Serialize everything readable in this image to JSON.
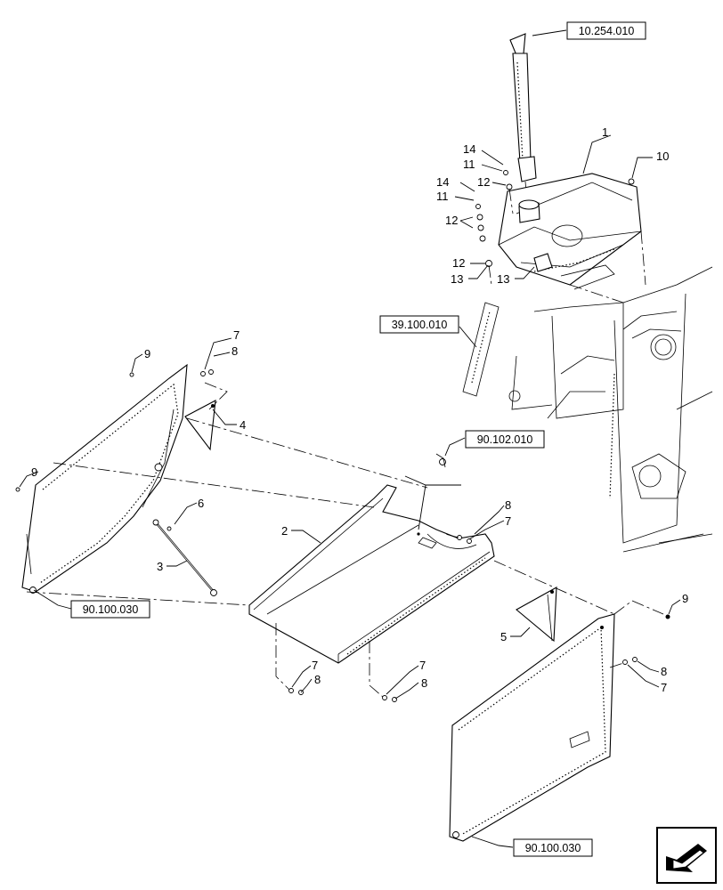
{
  "references": {
    "exhaust": "10.254.010",
    "frame": "39.100.010",
    "fitting": "90.102.010",
    "left_door": "90.100.030",
    "right_door": "90.100.030"
  },
  "callouts": {
    "c1": "1",
    "c2": "2",
    "c3": "3",
    "c4": "4",
    "c5": "5",
    "c6": "6",
    "c7a": "7",
    "c7b": "7",
    "c7c": "7",
    "c7d": "7",
    "c7e": "7",
    "c8a": "8",
    "c8b": "8",
    "c8c": "8",
    "c8d": "8",
    "c8e": "8",
    "c9a": "9",
    "c9b": "9",
    "c9c": "9",
    "c10": "10",
    "c11a": "11",
    "c11b": "11",
    "c12a": "12",
    "c12b": "12",
    "c12c": "12",
    "c13a": "13",
    "c13b": "13",
    "c14a": "14",
    "c14b": "14"
  },
  "icons": {
    "nav": "next-page-arrow-icon"
  }
}
